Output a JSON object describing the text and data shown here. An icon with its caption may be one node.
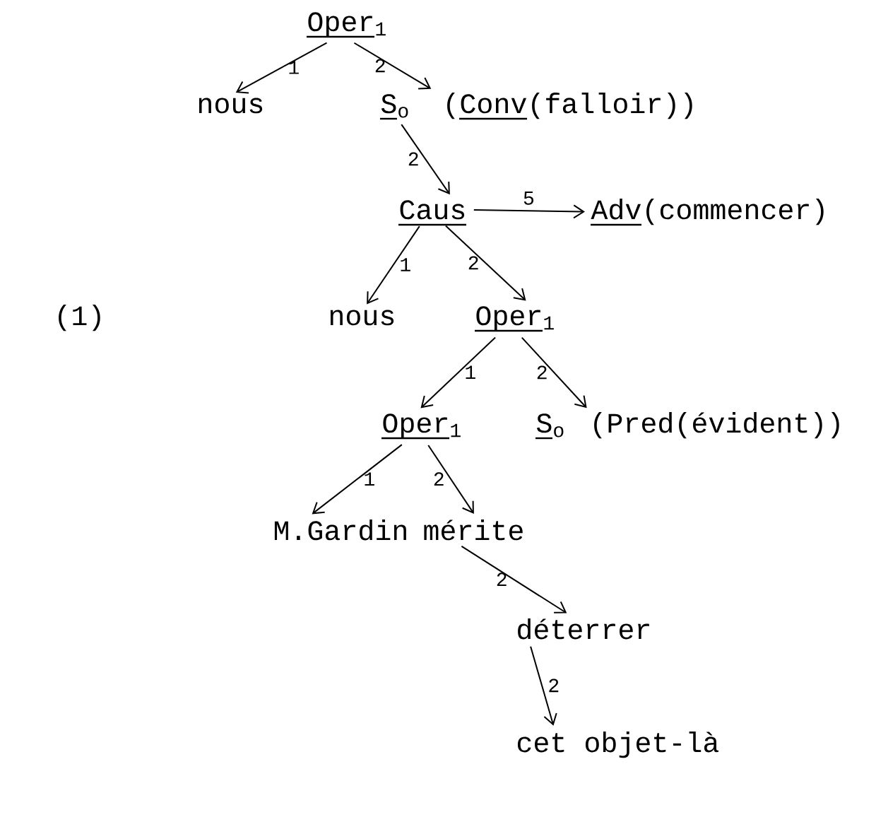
{
  "diagram": {
    "nodes": [
      {
        "text": [
          "Oper$_{1}$"
        ]
      },
      {
        "text": [
          "nous"
        ]
      },
      {
        "text": [
          "S$_{o}$"
        ],
        "beside": [
          "(Conv(falloir))"
        ]
      },
      {
        "text": [
          "Caus"
        ]
      },
      {
        "text": [
          "Adv(commencer)"
        ]
      },
      {
        "text": [
          "nous"
        ]
      },
      {
        "text": [
          "Oper$_{1}$"
        ]
      },
      {
        "text": [
          "Oper$_{1}$"
        ]
      },
      {
        "text": [
          "S$_{o}$"
        ],
        "beside": [
          "(Pred(évident))"
        ]
      },
      {
        "text": [
          "M.Gardin"
        ]
      },
      {
        "text": [
          "mérite"
        ]
      },
      {
        "text": [
          "déterrer"
        ]
      },
      {
        "text": [
          "cet objet-là"
        ]
      }
    ],
    "edges": [
      {
        "from": 0,
        "to": 1,
        "arrow": "to",
        "label": "1"
      },
      {
        "from": 0,
        "to": 2,
        "arrow": "to",
        "label": "2"
      },
      {
        "from": 2,
        "to": 3,
        "arrow": "to",
        "label": "2"
      },
      {
        "from": 3,
        "to": 4,
        "arrow": "to",
        "label": "5"
      },
      {
        "from": 3,
        "to": 5,
        "arrow": "to",
        "label": "1"
      },
      {
        "from": 3,
        "to": 6,
        "arrow": "to",
        "label": "2"
      },
      {
        "from": 6,
        "to": 7,
        "arrow": "to",
        "label": "1"
      },
      {
        "from": 6,
        "to": 8,
        "arrow": "to",
        "label": "2"
      },
      {
        "from": 7,
        "to": 9,
        "arrow": "to",
        "label": "1"
      },
      {
        "from": 7,
        "to": 10,
        "arrow": "to",
        "label": "2"
      },
      {
        "from": 10,
        "to": 11,
        "arrow": "to",
        "label": "2"
      },
      {
        "from": 11,
        "to": 12,
        "arrow": "to",
        "label": "2"
      }
    ],
    "labels": [
      "(1)"
    ]
  }
}
